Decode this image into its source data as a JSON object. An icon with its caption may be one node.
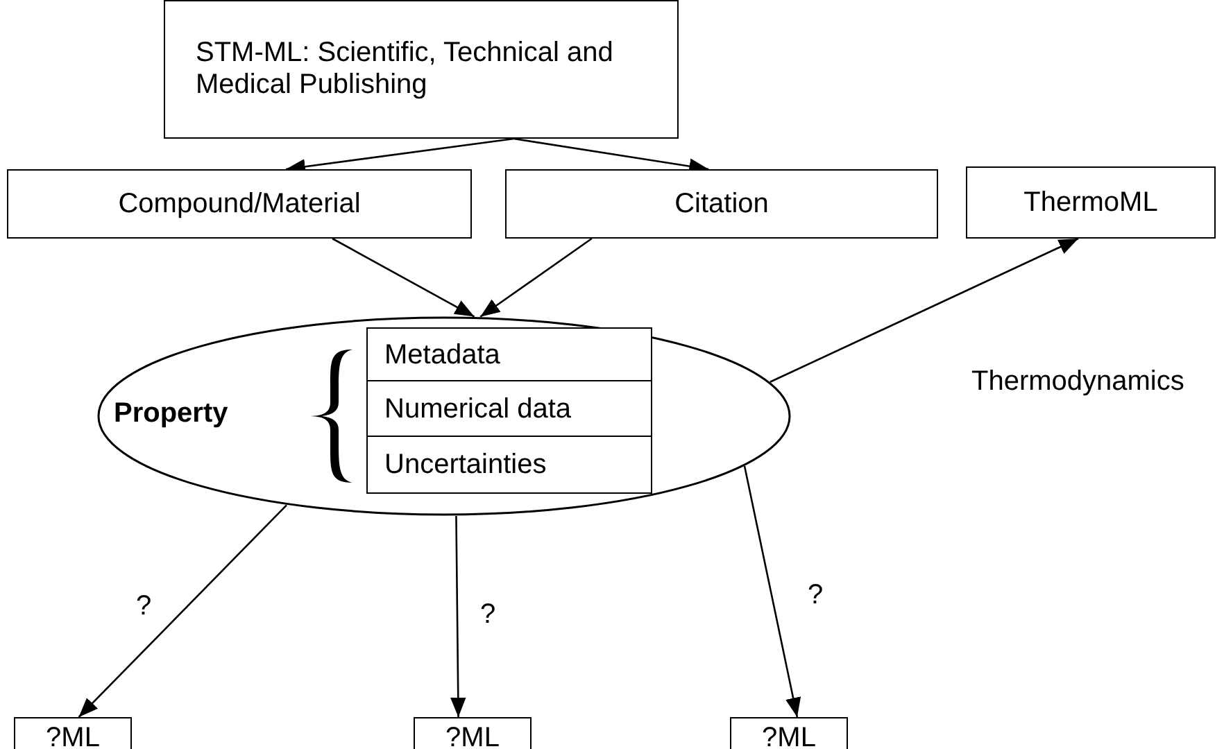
{
  "diagram": {
    "nodes": [
      {
        "text": [
          "STM-ML: Scientific, Technical and Medical Publishing"
        ]
      },
      {
        "text": [
          "Compound/Material"
        ]
      },
      {
        "text": [
          "Citation"
        ]
      },
      {
        "text": [
          "ThermoML"
        ]
      },
      {
        "text": [
          "Property"
        ]
      },
      {
        "text": [
          "Metadata"
        ],
        "in": 4
      },
      {
        "text": [
          "Numerical data"
        ],
        "in": 4
      },
      {
        "text": [
          "Uncertainties"
        ],
        "in": 4
      },
      {
        "text": [
          "?ML"
        ]
      },
      {
        "text": [
          "?ML"
        ]
      },
      {
        "text": [
          "?ML"
        ]
      }
    ],
    "edges": [
      {
        "from": 0,
        "to": 1,
        "arrow": "to"
      },
      {
        "from": 0,
        "to": 2,
        "arrow": "to"
      },
      {
        "from": 1,
        "to": 4,
        "arrow": "to"
      },
      {
        "from": 2,
        "to": 4,
        "arrow": "to"
      },
      {
        "from": 4,
        "to": 3,
        "arrow": "to",
        "label": "Thermodynamics"
      },
      {
        "from": 4,
        "to": 8,
        "arrow": "to",
        "label": "?"
      },
      {
        "from": 4,
        "to": 9,
        "arrow": "to",
        "label": "?"
      },
      {
        "from": 4,
        "to": 10,
        "arrow": "to",
        "label": "?"
      }
    ]
  }
}
